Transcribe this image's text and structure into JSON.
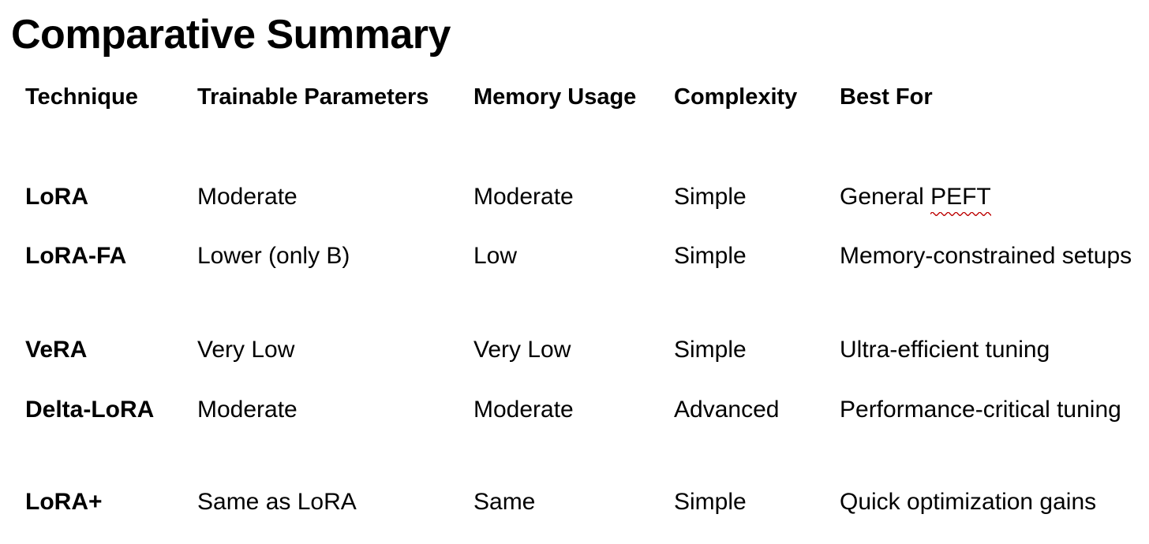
{
  "document": {
    "title": "Comparative Summary",
    "background_color": "#ffffff",
    "text_color": "#000000"
  },
  "table": {
    "columns": [
      {
        "key": "technique",
        "label": "Technique"
      },
      {
        "key": "params",
        "label": "Trainable Parameters"
      },
      {
        "key": "memory",
        "label": "Memory Usage"
      },
      {
        "key": "complexity",
        "label": "Complexity"
      },
      {
        "key": "bestfor",
        "label": "Best For"
      }
    ],
    "rows": [
      {
        "technique": "LoRA",
        "params": "Moderate",
        "memory": "Moderate",
        "complexity": "Simple",
        "bestfor_prefix": "General ",
        "bestfor_misspelled": "PEFT",
        "bestfor": "General PEFT"
      },
      {
        "technique": "LoRA-FA",
        "params": "Lower (only B)",
        "memory": "Low",
        "complexity": "Simple",
        "bestfor": "Memory-constrained setups"
      },
      {
        "technique": "VeRA",
        "params": "Very Low",
        "memory": "Very Low",
        "complexity": "Simple",
        "bestfor": "Ultra-efficient tuning"
      },
      {
        "technique": "Delta-LoRA",
        "params": "Moderate",
        "memory": "Moderate",
        "complexity": "Advanced",
        "bestfor": "Performance-critical tuning"
      },
      {
        "technique": "LoRA+",
        "params": "Same as LoRA",
        "memory": "Same",
        "complexity": "Simple",
        "bestfor": "Quick optimization gains"
      }
    ]
  },
  "annotations": {
    "spellcheck_squiggle_color": "#c00d0d",
    "spellcheck_target": "PEFT"
  }
}
